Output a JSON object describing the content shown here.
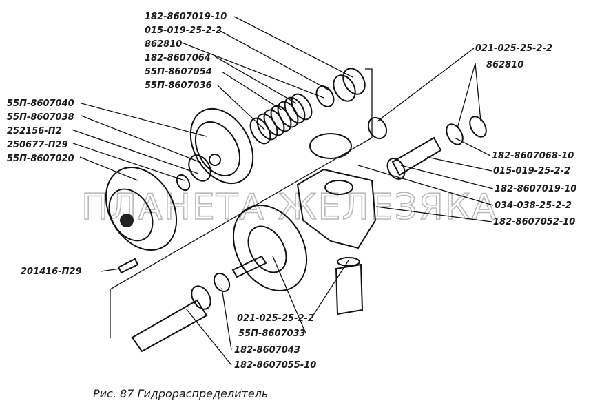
{
  "labels_left": [
    "182-8607019-10",
    "015-019-25-2-2",
    "862810",
    "182-8607064",
    "55П-8607054",
    "55П-8607036",
    "55П-8607040",
    "55П-8607038",
    "252156-П2",
    "250677-П29",
    "55П-8607020",
    "201416-П29"
  ],
  "labels_right": [
    "021-025-25-2-2",
    "862810",
    "182-8607068-10",
    "015-019-25-2-2",
    "182-8607019-10",
    "034-038-25-2-2",
    "182-8607052-10"
  ],
  "labels_bottom": [
    "021-025-25-2-2",
    "55П-8607033",
    "182-8607043",
    "182-8607055-10"
  ],
  "caption": "Рис. 87  Гидрораспределитель",
  "watermark": "ПЛАНЕТА ЖЕЛЕЗЯКА"
}
